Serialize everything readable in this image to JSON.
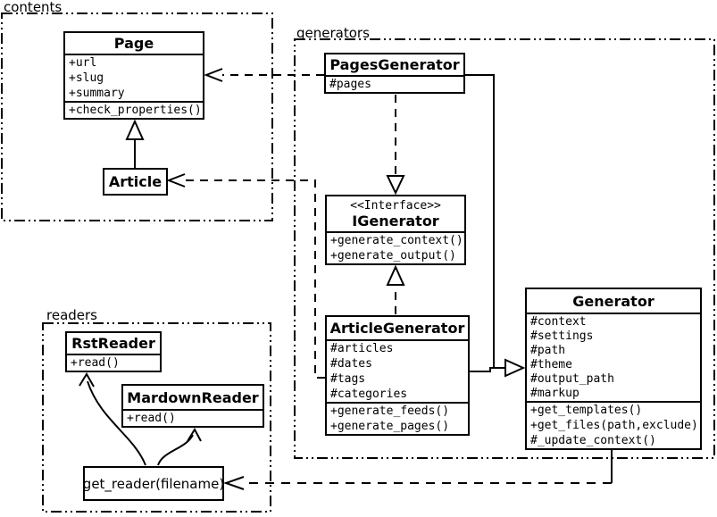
{
  "diagram_title": "Pelican static generator UML class diagram",
  "colors": {
    "line": "#000000",
    "background": "#ffffff"
  },
  "packages": {
    "contents": {
      "label": "contents"
    },
    "generators": {
      "label": "generators"
    },
    "readers": {
      "label": "readers"
    }
  },
  "classes": {
    "page": {
      "title": "Page",
      "attributes": [
        "+url",
        "+slug",
        "+summary"
      ],
      "methods": [
        "+check_properties()"
      ]
    },
    "article": {
      "title": "Article"
    },
    "pages_generator": {
      "title": "PagesGenerator",
      "attributes": [
        "#pages"
      ]
    },
    "igenerator": {
      "stereotype": "<<Interface>>",
      "title": "IGenerator",
      "methods": [
        "+generate_context()",
        "+generate_output()"
      ]
    },
    "article_generator": {
      "title": "ArticleGenerator",
      "attributes": [
        "#articles",
        "#dates",
        "#tags",
        "#categories"
      ],
      "methods": [
        "+generate_feeds()",
        "+generate_pages()"
      ]
    },
    "generator": {
      "title": "Generator",
      "attributes": [
        "#context",
        "#settings",
        "#path",
        "#theme",
        "#output_path",
        "#markup"
      ],
      "methods": [
        "+get_templates()",
        "+get_files(path,exclude)",
        "#_update_context()"
      ]
    },
    "rst_reader": {
      "title": "RstReader",
      "methods": [
        "+read()"
      ]
    },
    "mardown_reader": {
      "title": "MardownReader",
      "methods": [
        "+read()"
      ]
    },
    "get_reader": {
      "label": "get_reader(filename)"
    }
  },
  "relationships": [
    {
      "from": "Article",
      "to": "Page",
      "type": "inheritance"
    },
    {
      "from": "PagesGenerator",
      "to": "Page",
      "type": "dependency"
    },
    {
      "from": "ArticleGenerator",
      "to": "Article",
      "type": "dependency"
    },
    {
      "from": "PagesGenerator",
      "to": "IGenerator",
      "type": "realization"
    },
    {
      "from": "ArticleGenerator",
      "to": "IGenerator",
      "type": "realization"
    },
    {
      "from": "PagesGenerator",
      "to": "Generator",
      "type": "inheritance"
    },
    {
      "from": "ArticleGenerator",
      "to": "Generator",
      "type": "inheritance"
    },
    {
      "from": "Generator",
      "to": "get_reader(filename)",
      "type": "dependency"
    },
    {
      "from": "get_reader(filename)",
      "to": "RstReader",
      "type": "call"
    },
    {
      "from": "get_reader(filename)",
      "to": "MardownReader",
      "type": "call"
    }
  ]
}
